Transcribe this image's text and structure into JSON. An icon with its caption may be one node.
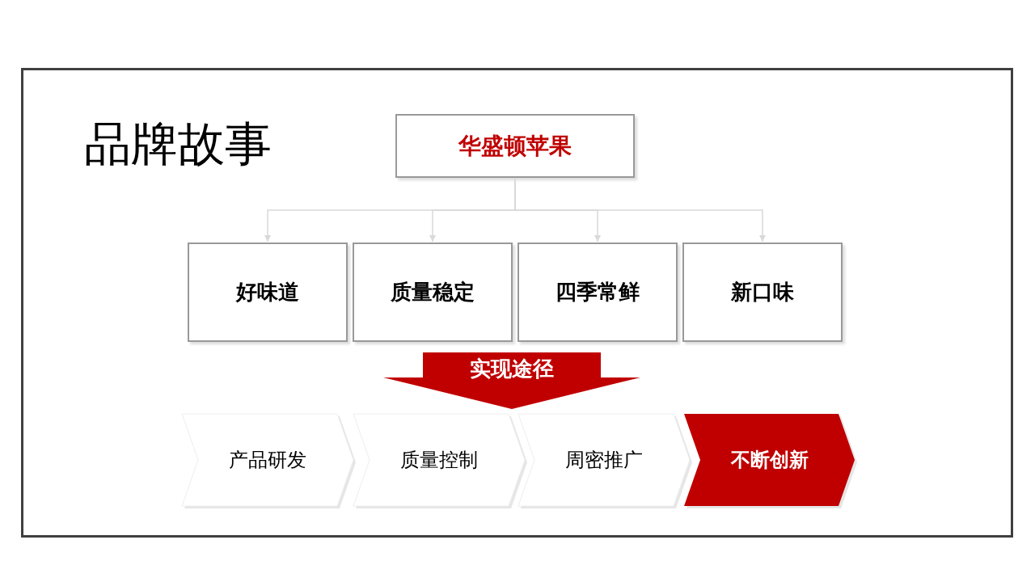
{
  "diagram": {
    "title": "品牌故事",
    "nodes": [
      {
        "text": [
          "华盛顿苹果"
        ]
      },
      {
        "text": [
          "好味道"
        ]
      },
      {
        "text": [
          "质量稳定"
        ]
      },
      {
        "text": [
          "四季常鲜"
        ]
      },
      {
        "text": [
          "新口味"
        ]
      },
      {
        "text": [
          "实现途径"
        ]
      },
      {
        "text": [
          "产品研发"
        ]
      },
      {
        "text": [
          "质量控制"
        ]
      },
      {
        "text": [
          "周密推广"
        ]
      },
      {
        "text": [
          "不断创新"
        ]
      }
    ],
    "edges": [
      {
        "from": 0,
        "to": 1,
        "arrow": "to"
      },
      {
        "from": 0,
        "to": 2,
        "arrow": "to"
      },
      {
        "from": 0,
        "to": 3,
        "arrow": "to"
      },
      {
        "from": 0,
        "to": 4,
        "arrow": "to"
      }
    ]
  }
}
